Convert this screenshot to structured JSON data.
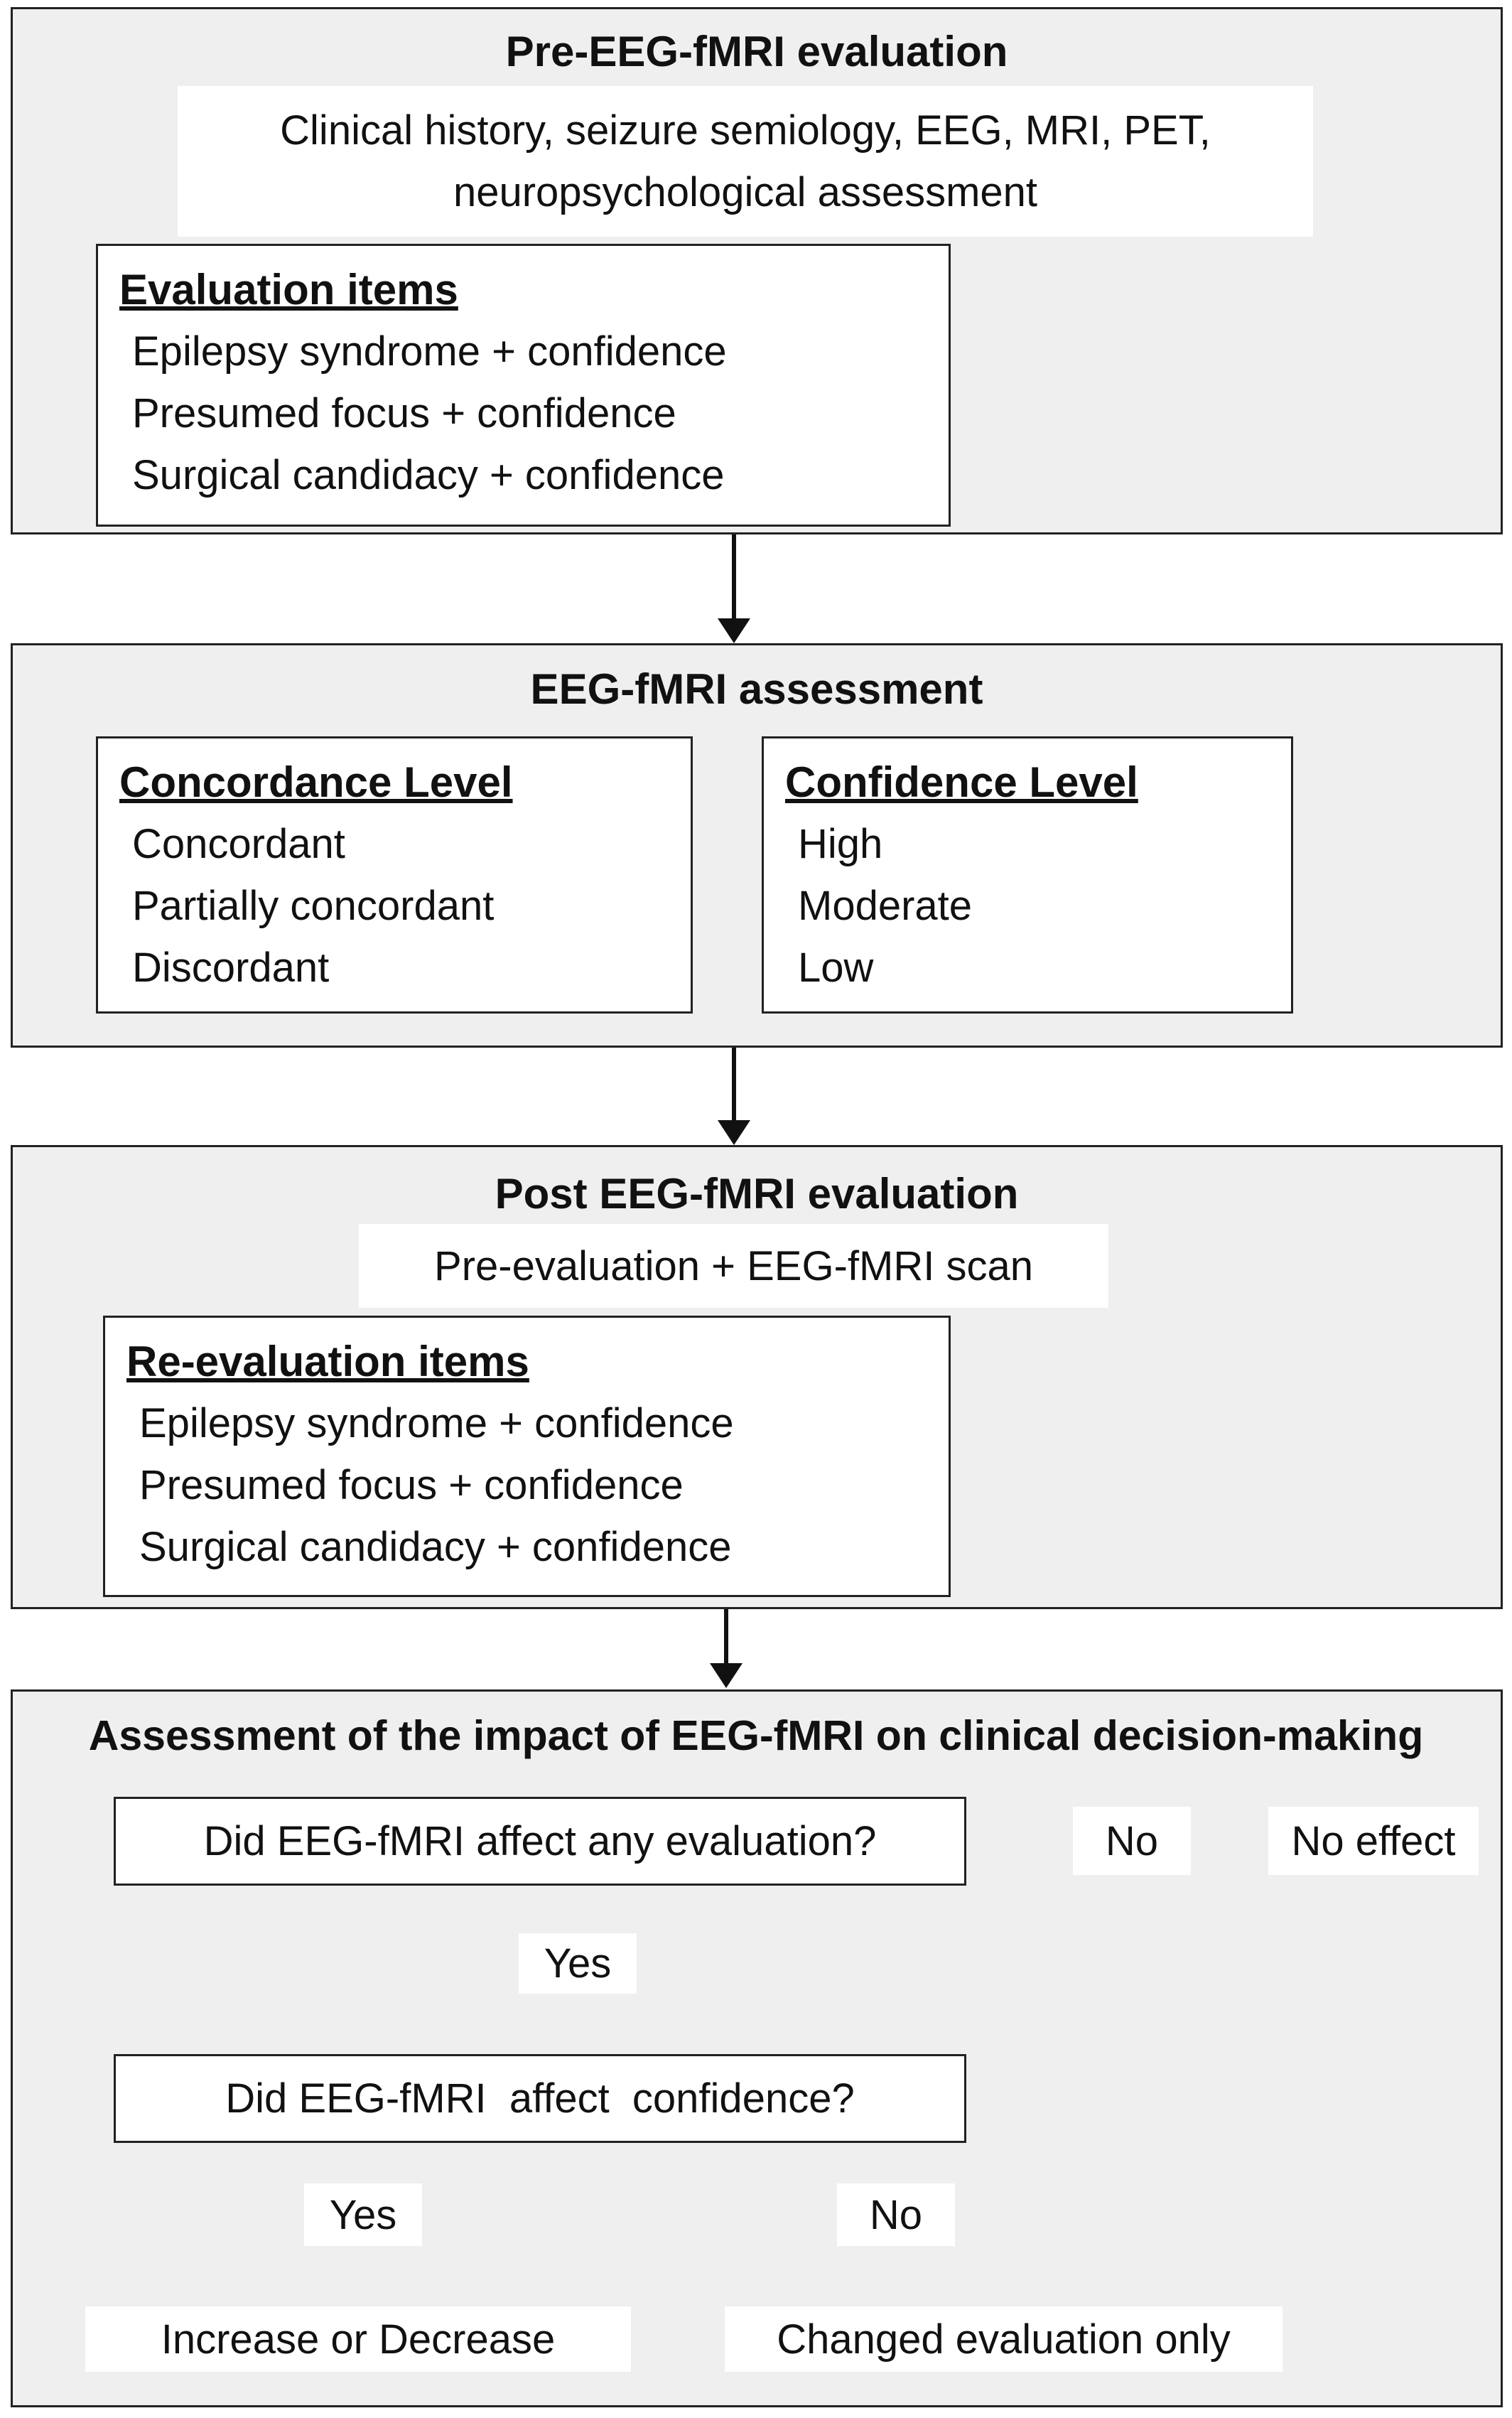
{
  "pre": {
    "title": "Pre-EEG-fMRI evaluation",
    "inputs_line1": "Clinical history, seizure semiology, EEG, MRI, PET,",
    "inputs_line2": "neuropsychological assessment",
    "items_heading": "Evaluation items",
    "items": [
      "Epilepsy syndrome + confidence",
      "Presumed focus + confidence",
      "Surgical candidacy + confidence"
    ]
  },
  "assessment": {
    "title": "EEG-fMRI assessment",
    "concordance_heading": "Concordance Level",
    "concordance": [
      "Concordant",
      "Partially concordant",
      "Discordant"
    ],
    "confidence_heading": "Confidence Level",
    "confidence": [
      "High",
      "Moderate",
      "Low"
    ]
  },
  "post": {
    "title": "Post EEG-fMRI evaluation",
    "inputs": "Pre-evaluation + EEG-fMRI scan",
    "items_heading": "Re-evaluation items",
    "items": [
      "Epilepsy syndrome + confidence",
      "Presumed focus + confidence",
      "Surgical candidacy + confidence"
    ]
  },
  "impact": {
    "title": "Assessment of the impact of EEG-fMRI on clinical decision-making",
    "q1": "Did EEG-fMRI affect any evaluation?",
    "q1_no": "No",
    "no_effect": "No effect",
    "q1_yes": "Yes",
    "q2": "Did EEG-fMRI  affect  confidence?",
    "q2_yes": "Yes",
    "q2_no": "No",
    "outcome_yes": "Increase or Decrease",
    "outcome_no": "Changed evaluation only"
  }
}
